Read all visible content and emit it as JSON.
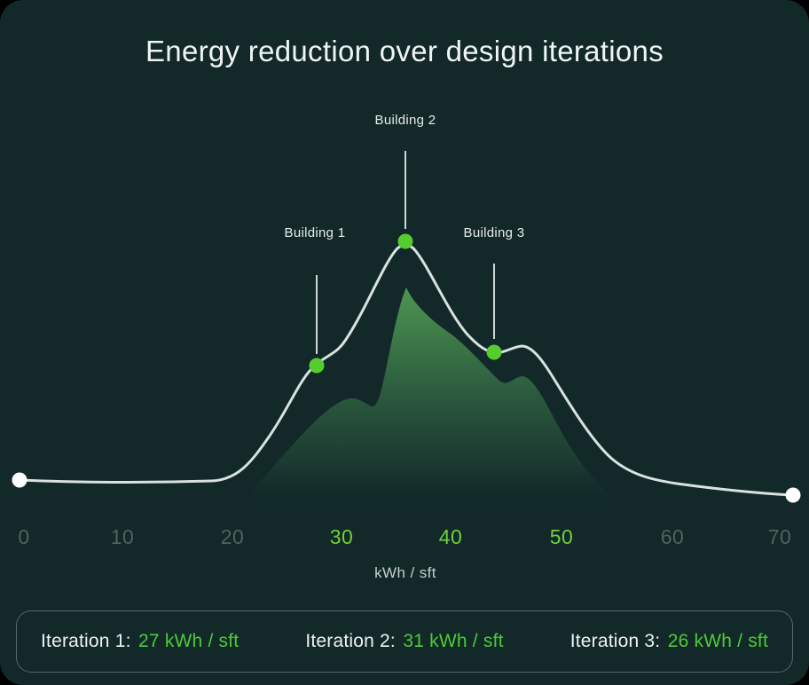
{
  "header": {
    "title": "Energy reduction over design iterations"
  },
  "chart_data": {
    "type": "area",
    "title": "Energy reduction over design iterations",
    "xlabel": "kWh / sft",
    "ylabel": "",
    "x_range": [
      0,
      70
    ],
    "grid": false,
    "legend_position": "bottom",
    "x_ticks": [
      {
        "label": "0",
        "highlighted": false
      },
      {
        "label": "10",
        "highlighted": false
      },
      {
        "label": "20",
        "highlighted": false
      },
      {
        "label": "30",
        "highlighted": true
      },
      {
        "label": "40",
        "highlighted": true
      },
      {
        "label": "50",
        "highlighted": true
      },
      {
        "label": "60",
        "highlighted": false
      },
      {
        "label": "70",
        "highlighted": false
      }
    ],
    "annotations": [
      {
        "label": "Building 1",
        "x_kwh_sft": 27
      },
      {
        "label": "Building 2",
        "x_kwh_sft": 35
      },
      {
        "label": "Building 3",
        "x_kwh_sft": 43
      }
    ],
    "series": [
      {
        "name": "design-iteration-curve",
        "points_x_kwh_sft_vs_relative_height": [
          [
            0,
            0.07
          ],
          [
            10,
            0.07
          ],
          [
            17.5,
            0.07
          ],
          [
            20,
            0.18
          ],
          [
            24,
            0.4
          ],
          [
            27,
            0.52
          ],
          [
            30,
            0.65
          ],
          [
            35,
            1.0
          ],
          [
            39,
            0.7
          ],
          [
            43,
            0.57
          ],
          [
            46,
            0.59
          ],
          [
            50,
            0.33
          ],
          [
            55,
            0.14
          ],
          [
            60,
            0.07
          ],
          [
            65,
            0.04
          ],
          [
            71,
            0.01
          ]
        ]
      }
    ],
    "iterations": [
      {
        "name": "Iteration 1",
        "value": 27,
        "unit": "kWh / sft"
      },
      {
        "name": "Iteration 2",
        "value": 31,
        "unit": "kWh / sft"
      },
      {
        "name": "Iteration 3",
        "value": 26,
        "unit": "kWh / sft"
      }
    ]
  },
  "legend": {
    "items": [
      {
        "label": "Iteration 1:",
        "value": "27 kWh / sft"
      },
      {
        "label": "Iteration 2:",
        "value": "31 kWh / sft"
      },
      {
        "label": "Iteration 3:",
        "value": "26 kWh / sft"
      }
    ]
  },
  "colors": {
    "background": "#122829",
    "curve_line": "#d9e2df",
    "marker_green": "#56cd2e",
    "marker_white": "#ffffff",
    "tick_highlight": "#6fd23c",
    "tick_muted": "#506360",
    "legend_value_green": "#4ecb36",
    "area_fill_top": "#4f9b52",
    "title_text": "#f0f5f3"
  }
}
